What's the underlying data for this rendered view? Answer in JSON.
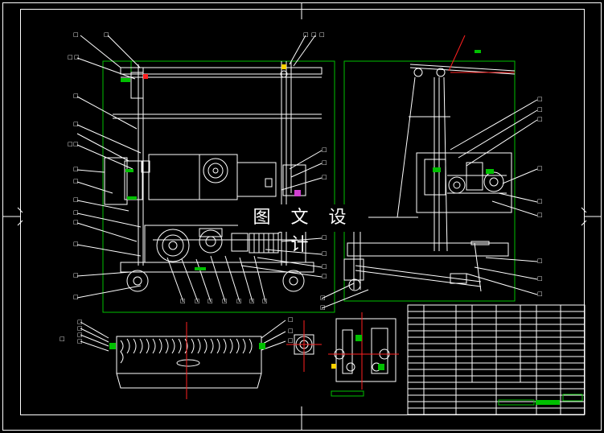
{
  "watermark": {
    "text": "图 文 设 计"
  },
  "colors": {
    "background": "#000000",
    "line": "#ffffff",
    "frame_green": "#00c000",
    "accent_red": "#ff2020",
    "accent_yellow": "#ffd200",
    "accent_magenta": "#d040d0",
    "part_green": "#00a000"
  },
  "drawing": {
    "views": [
      "front-view",
      "side-view",
      "top-view",
      "detail-view",
      "section-view"
    ],
    "balloon_label": "□",
    "title_block": {
      "rows": 17,
      "columns": 8
    }
  }
}
